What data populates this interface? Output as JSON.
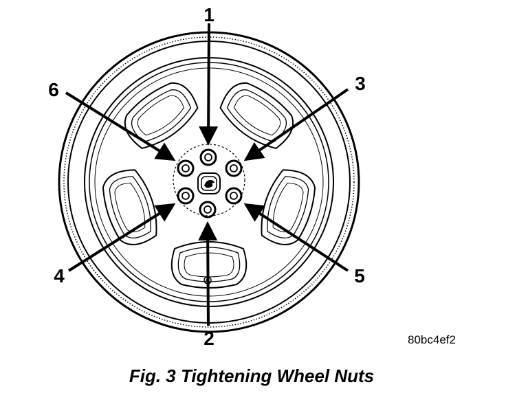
{
  "figure": {
    "caption": "Fig. 3 Tightening Wheel Nuts",
    "code": "80bc4ef2",
    "sequence_labels": [
      "1",
      "2",
      "3",
      "4",
      "5",
      "6"
    ]
  }
}
